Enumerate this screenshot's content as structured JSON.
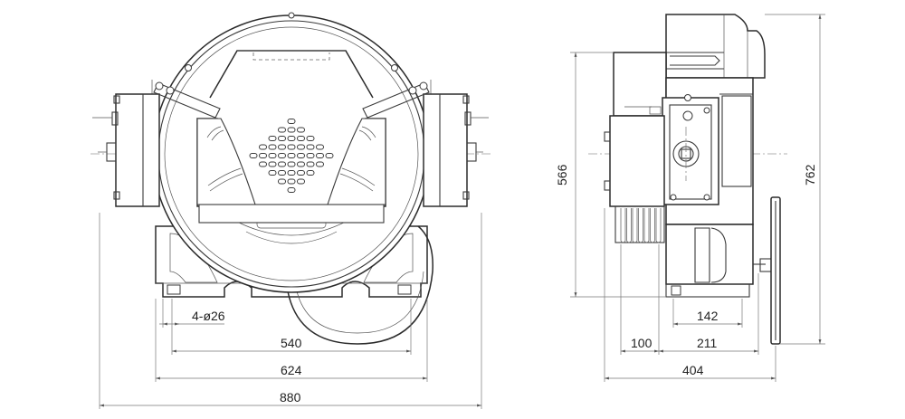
{
  "dimensions": {
    "holes": "4-ø26",
    "w540": "540",
    "w624": "624",
    "w880": "880",
    "h566": "566",
    "h762": "762",
    "d142": "142",
    "d100": "100",
    "d211": "211",
    "d404": "404"
  },
  "colors": {
    "line": "#3a3a3a",
    "background": "#ffffff"
  }
}
